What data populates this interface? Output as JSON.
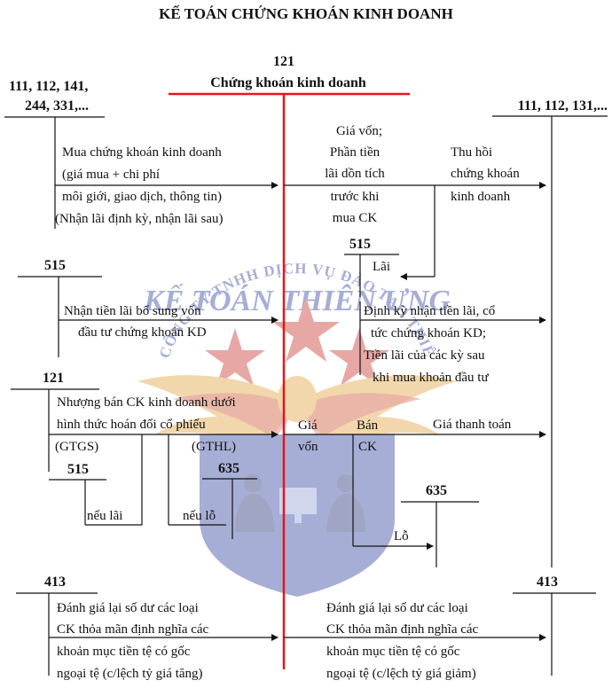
{
  "title": "KẾ TOÁN CHỨNG KHOÁN KINH DOANH",
  "main_account": {
    "code": "121",
    "name": "Chứng khoán kinh doanh"
  },
  "accounts": {
    "left_top_1": "111, 112, 141,",
    "left_top_2": "244, 331,...",
    "right_top": "111, 112, 131,...",
    "a515_mid": "515",
    "a515_left": "515",
    "a121_left": "121",
    "a515_sub": "515",
    "a635_sub": "635",
    "a635_right": "635",
    "a413_left": "413",
    "a413_right": "413"
  },
  "texts": {
    "buy": [
      "Mua chứng khoán kinh doanh",
      "(giá mua + chi phí",
      "môi giới, giao dịch, thông tin)",
      "(Nhận lãi định kỳ, nhận lãi sau)"
    ],
    "cost_interest": [
      "Giá vốn;",
      "Phần tiền",
      "lãi dồn tích",
      "trước khi",
      "mua CK"
    ],
    "recover": [
      "Thu hồi",
      "chứng khoán",
      "kinh doanh"
    ],
    "interest_label": "Lãi",
    "extra_interest": [
      "Nhận tiền lãi bổ sung vốn",
      "đầu tư chứng khoán KD"
    ],
    "periodic": [
      "Định kỳ nhận tiền lãi, cổ",
      "tức chứng khoán KD;",
      "Tiền lãi của các kỳ sau",
      "khi mua khoản đầu tư"
    ],
    "swap": [
      "Nhượng bán CK kinh doanh dưới",
      "hình thức hoán đổi cổ phiếu"
    ],
    "gtgs": "(GTGS)",
    "gthl": "(GTHL)",
    "gia_von": [
      "Giá",
      "vốn"
    ],
    "ban_ck": [
      "Bán",
      "CK"
    ],
    "payment": "Giá thanh toán",
    "if_profit": "nếu lãi",
    "if_loss": "nếu lỗ",
    "loss": "Lỗ",
    "reval_left": [
      "Đánh giá lại số dư các loại",
      "CK thỏa mãn định nghĩa các",
      "khoản mục tiền tệ có gốc",
      "ngoại tệ (c/lệch tỷ giá tăng)"
    ],
    "reval_right": [
      "Đánh giá lại số dư các loại",
      "CK thỏa mãn định nghĩa các",
      "khoản mục tiền tệ có gốc",
      "ngoại tệ (c/lệch tỷ giá giảm)"
    ]
  },
  "watermark": {
    "arc_text": "CÔNG TY TNHH DỊCH VỤ ĐÀO TẠO THIÊN ƯNG",
    "brand": "KẾ TOÁN THIÊN ƯNG"
  },
  "colors": {
    "main_line": "#e8141c",
    "ink": "#111111",
    "wm_blue": "#2d3f9c",
    "wm_red": "#c8302c",
    "wm_gold": "#e0a23a"
  }
}
